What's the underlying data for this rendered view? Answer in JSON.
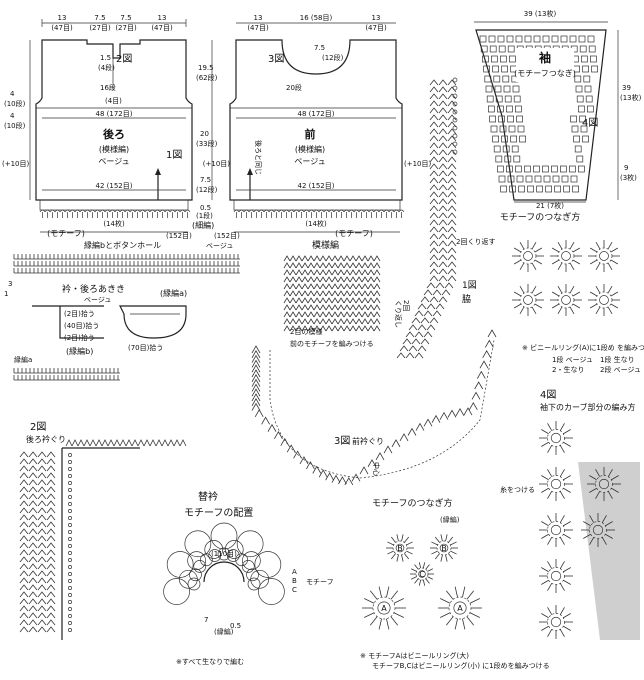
{
  "back": {
    "w_top": [
      "13",
      "7.5",
      "7.5",
      "13"
    ],
    "w_top_st": [
      "(47目)",
      "(27目)",
      "(27目)",
      "(47目)"
    ],
    "left_dims": [
      "4",
      "(10段)",
      "4",
      "(10段)",
      "(+10目)"
    ],
    "neck": [
      "1.5",
      "(4段)",
      "2図",
      "16段",
      "(4目)"
    ],
    "width": "48 (172目)",
    "title": "後ろ",
    "stitch": "(模様編)",
    "color": "ベージュ",
    "fig": "1図",
    "hem": "42 (152目)",
    "hem_st": "(14枚)",
    "motif": "(モチーフ)"
  },
  "front": {
    "w_top": [
      "13",
      "16 (58目)",
      "13"
    ],
    "w_top_st": [
      "(47目)",
      "(47目)"
    ],
    "neck": [
      "7.5",
      "(12段)",
      "20段",
      "3図"
    ],
    "width": "48 (172目)",
    "title": "前",
    "stitch": "(模様編)",
    "color": "ベージュ",
    "side": "後ろと同じ",
    "hem": "42 (152目)",
    "hem_st": "(14枚)",
    "motif": "(モチーフ)",
    "right_dims": [
      "(+10目)",
      "(+10目)"
    ]
  },
  "center_dims": [
    "19.5",
    "(62段)",
    "20",
    "(33段)",
    "7.5",
    "(12段)",
    "0.5",
    "(1段)",
    "(細編)",
    "(152目)",
    "(152目)"
  ],
  "band": {
    "label_b": "縁編bとボタンホール",
    "color": "ベージュ",
    "collar": "衿・後ろあきき",
    "collar_color": "ベージュ",
    "band_a": "(縁編a)",
    "band_b": "(縁編b)",
    "dims": [
      "1",
      "3",
      "(2目)拾う",
      "(40目)拾う",
      "(2目)拾う",
      "(70目)拾う"
    ],
    "label_a": "縁編a"
  },
  "sleeve": {
    "top": "39 (13枚)",
    "title": "袖",
    "sub": "(モチーフつなぎ)",
    "fig": "4図",
    "bottom": "21 (7枚)",
    "side": [
      "39",
      "(13枚)",
      "9",
      "(3枚)"
    ],
    "join_title": "モチーフのつなぎ方"
  },
  "pattern": {
    "title": "模様編",
    "num": "2回",
    "repeat": "くり返し",
    "body": "2目の模様",
    "note": "前のモチーフを編みつける"
  },
  "fig1": {
    "title": "1図",
    "side": "脇",
    "repeat": "2回くり返す"
  },
  "fig3": {
    "title": "3図",
    "sub": "前衿ぐり",
    "center": "中心",
    "note": "糸をつける"
  },
  "fig2": {
    "title": "2図",
    "sub": "後ろ衿ぐり"
  },
  "legend": {
    "note": "※ ビニールリング(A)に1段め を編みつける",
    "k1": "1段 ベージュ",
    "k2": "2・生なり",
    "k3": "1段 生なり",
    "k4": "2段 ベージュ"
  },
  "fig4": {
    "title": "4図",
    "sub": "袖下のカーブ部分の編み方"
  },
  "collar_alt": {
    "title": "替衿",
    "sub": "モチーフの配置",
    "inner": "(110目)",
    "motif_labels": [
      "A",
      "B",
      "C"
    ],
    "motif": "モチーフ",
    "band": "(縁編)",
    "dims": [
      "7",
      "0.5"
    ],
    "note": "※すべて生なりで編む"
  },
  "motif_join": {
    "title": "モチーフのつなぎ方",
    "band": "(縁編)",
    "labels": [
      "B",
      "B",
      "C",
      "A",
      "A"
    ],
    "note1": "※ モチーフAはビニールリング(大)",
    "note2": "モチーフB,Cはビニールリング(小) に1段めを編みつける"
  }
}
